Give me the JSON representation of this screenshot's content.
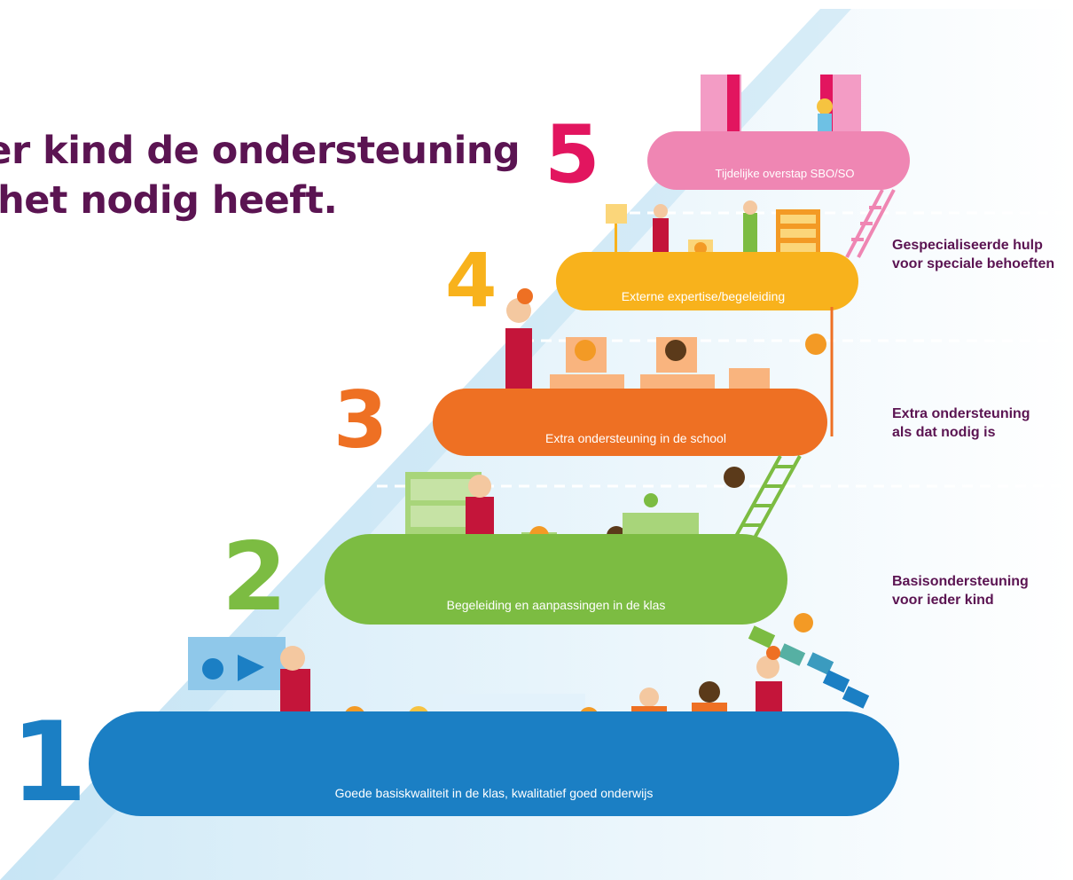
{
  "headline": {
    "line1": "der kind de ondersteuning",
    "line2": "e het nodig heeft."
  },
  "colors": {
    "headline": "#5b1452",
    "level1": "#1b7fc4",
    "level2": "#7cbc42",
    "level3": "#ee7023",
    "level4": "#f8b21c",
    "level5": "#ef86b3",
    "background_triangle": "#cde8f6"
  },
  "levels": [
    {
      "number": "1",
      "caption": "Goede basiskwaliteit in de klas, kwalitatief goed onderwijs"
    },
    {
      "number": "2",
      "caption": "Begeleiding en aanpassingen in de klas"
    },
    {
      "number": "3",
      "caption": "Extra ondersteuning in de school"
    },
    {
      "number": "4",
      "caption": "Externe expertise/begeleiding"
    },
    {
      "number": "5",
      "caption": "Tijdelijke overstap SBO/SO"
    }
  ],
  "side_labels": [
    {
      "line1": "Gespecialiseerde hulp",
      "line2": "voor speciale behoeften"
    },
    {
      "line1": "Extra ondersteuning",
      "line2": "als dat nodig is"
    },
    {
      "line1": "Basisondersteuning",
      "line2": "voor ieder kind"
    }
  ]
}
